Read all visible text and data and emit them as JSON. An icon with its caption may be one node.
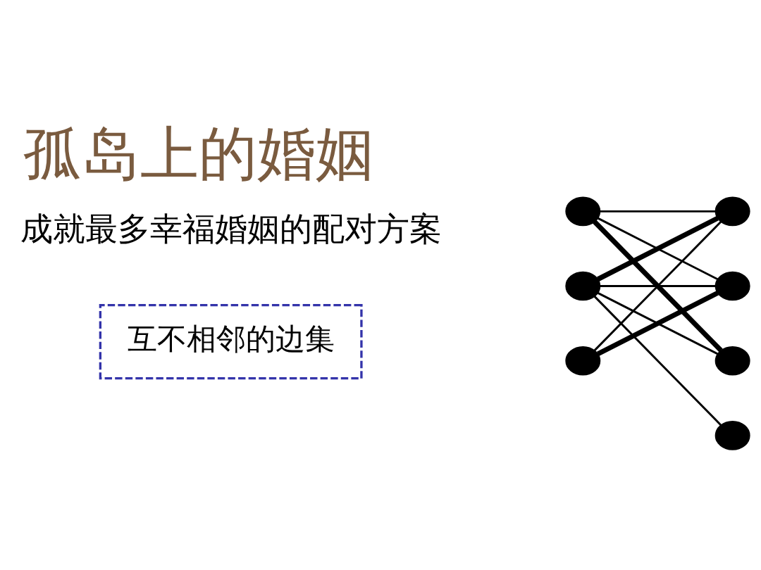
{
  "diagram": {
    "title": "孤岛上的婚姻",
    "nodes": [
      {
        "text": [],
        "shape": "circle"
      },
      {
        "text": [],
        "shape": "circle"
      },
      {
        "text": [],
        "shape": "circle"
      },
      {
        "text": [],
        "shape": "circle"
      },
      {
        "text": [],
        "shape": "circle"
      },
      {
        "text": [],
        "shape": "circle"
      },
      {
        "text": [],
        "shape": "circle"
      },
      {
        "text": [
          "互不相邻的边集"
        ]
      }
    ],
    "edges": [
      {
        "from": 0,
        "to": 3,
        "arrow": "none"
      },
      {
        "from": 0,
        "to": 4,
        "arrow": "none"
      },
      {
        "from": 0,
        "to": 5,
        "arrow": "none",
        "style": "thick"
      },
      {
        "from": 1,
        "to": 3,
        "arrow": "none",
        "style": "thick"
      },
      {
        "from": 1,
        "to": 4,
        "arrow": "none"
      },
      {
        "from": 1,
        "to": 5,
        "arrow": "none"
      },
      {
        "from": 1,
        "to": 6,
        "arrow": "none"
      },
      {
        "from": 2,
        "to": 3,
        "arrow": "none"
      },
      {
        "from": 2,
        "to": 4,
        "arrow": "none",
        "style": "thick"
      }
    ],
    "labels": [
      "成就最多幸福婚姻的配对方案"
    ]
  }
}
